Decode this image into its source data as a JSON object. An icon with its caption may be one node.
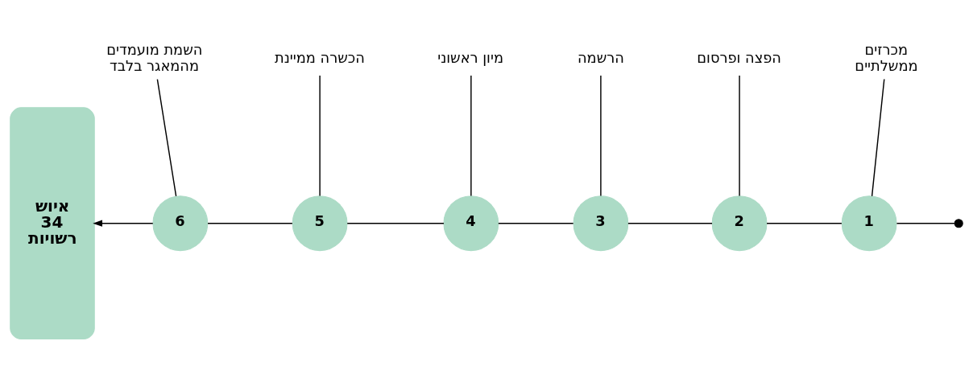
{
  "diagram": {
    "nodes": [
      {
        "text": [],
        "shape": "circle"
      },
      {
        "text": [
          "1"
        ]
      },
      {
        "text": [
          "מכרזים ממשלתיים"
        ]
      },
      {
        "text": [
          "2"
        ]
      },
      {
        "text": [
          "הפצה ופרסום"
        ]
      },
      {
        "text": [
          "3"
        ]
      },
      {
        "text": [
          "הרשמה"
        ]
      },
      {
        "text": [
          "4"
        ]
      },
      {
        "text": [
          "מיון ראשוני"
        ]
      },
      {
        "text": [
          "5"
        ]
      },
      {
        "text": [
          "הכשרה ממיינת"
        ]
      },
      {
        "text": [
          "6"
        ]
      },
      {
        "text": [
          "השמת מועמדים מהמאגר בלבד"
        ]
      },
      {
        "text": [
          "איוש 34 רשויות"
        ]
      }
    ],
    "edges": [
      {
        "from": 0,
        "to": 1,
        "arrow": "none"
      },
      {
        "from": 1,
        "to": 3,
        "arrow": "none"
      },
      {
        "from": 3,
        "to": 5,
        "arrow": "none"
      },
      {
        "from": 5,
        "to": 7,
        "arrow": "none"
      },
      {
        "from": 7,
        "to": 9,
        "arrow": "none"
      },
      {
        "from": 9,
        "to": 11,
        "arrow": "none"
      },
      {
        "from": 11,
        "to": 13,
        "arrow": "to"
      },
      {
        "from": 2,
        "to": 1,
        "arrow": "none"
      },
      {
        "from": 4,
        "to": 3,
        "arrow": "none"
      },
      {
        "from": 6,
        "to": 5,
        "arrow": "none"
      },
      {
        "from": 8,
        "to": 7,
        "arrow": "none"
      },
      {
        "from": 10,
        "to": 9,
        "arrow": "none"
      },
      {
        "from": 12,
        "to": 11,
        "arrow": "none"
      }
    ]
  }
}
